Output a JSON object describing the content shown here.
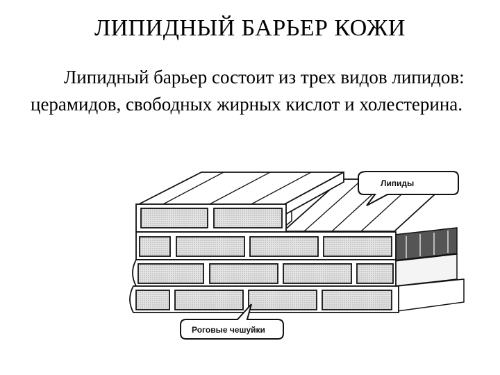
{
  "slide": {
    "title": "ЛИПИДНЫЙ БАРЬЕР КОЖИ",
    "text": "Липидный барьер состоит из трех видов липидов: церамидов, свободных жирных кислот и холестерина."
  },
  "diagram": {
    "callout_lipids": "Липиды",
    "callout_scales": "Роговые чешуйки"
  },
  "colors": {
    "line": "#111111",
    "brick_fill": "#d9d9d9",
    "background": "#ffffff"
  }
}
